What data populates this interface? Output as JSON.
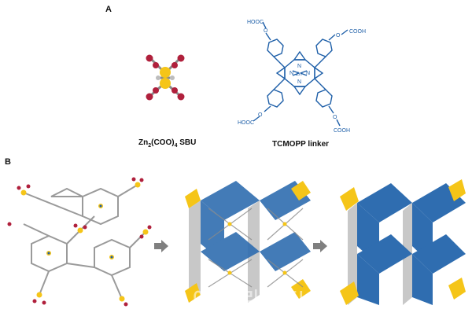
{
  "panel_a": {
    "letter": "A",
    "sbu_caption_main": "Zn",
    "sbu_caption_sub1": "2",
    "sbu_caption_mid": "(COO)",
    "sbu_caption_sub2": "4",
    "sbu_caption_end": " SBU",
    "linker_caption": "TCMOPP linker",
    "linker_labels": {
      "top_left": "HOOC",
      "top_right": "COOH",
      "bottom_left": "HOOC",
      "bottom_right": "COOH",
      "center_metal": "Zn",
      "n_left": "N",
      "n_right": "N",
      "n_top": "N",
      "n_bottom": "N",
      "o_tl": "O",
      "o_tr": "O",
      "o_bl": "O",
      "o_br": "O"
    }
  },
  "panel_b": {
    "letter": "B",
    "watermark": "이데일리 비즈니스"
  },
  "colors": {
    "linker_blue": "#1e5fa8",
    "zinc_yellow": "#f5c518",
    "oxygen_red": "#b0203c",
    "carbon_gray": "#9a9a9a",
    "framework_blue": "#2f6db0",
    "framework_gray": "#c8c8c8",
    "arrow_gray": "#808080"
  }
}
